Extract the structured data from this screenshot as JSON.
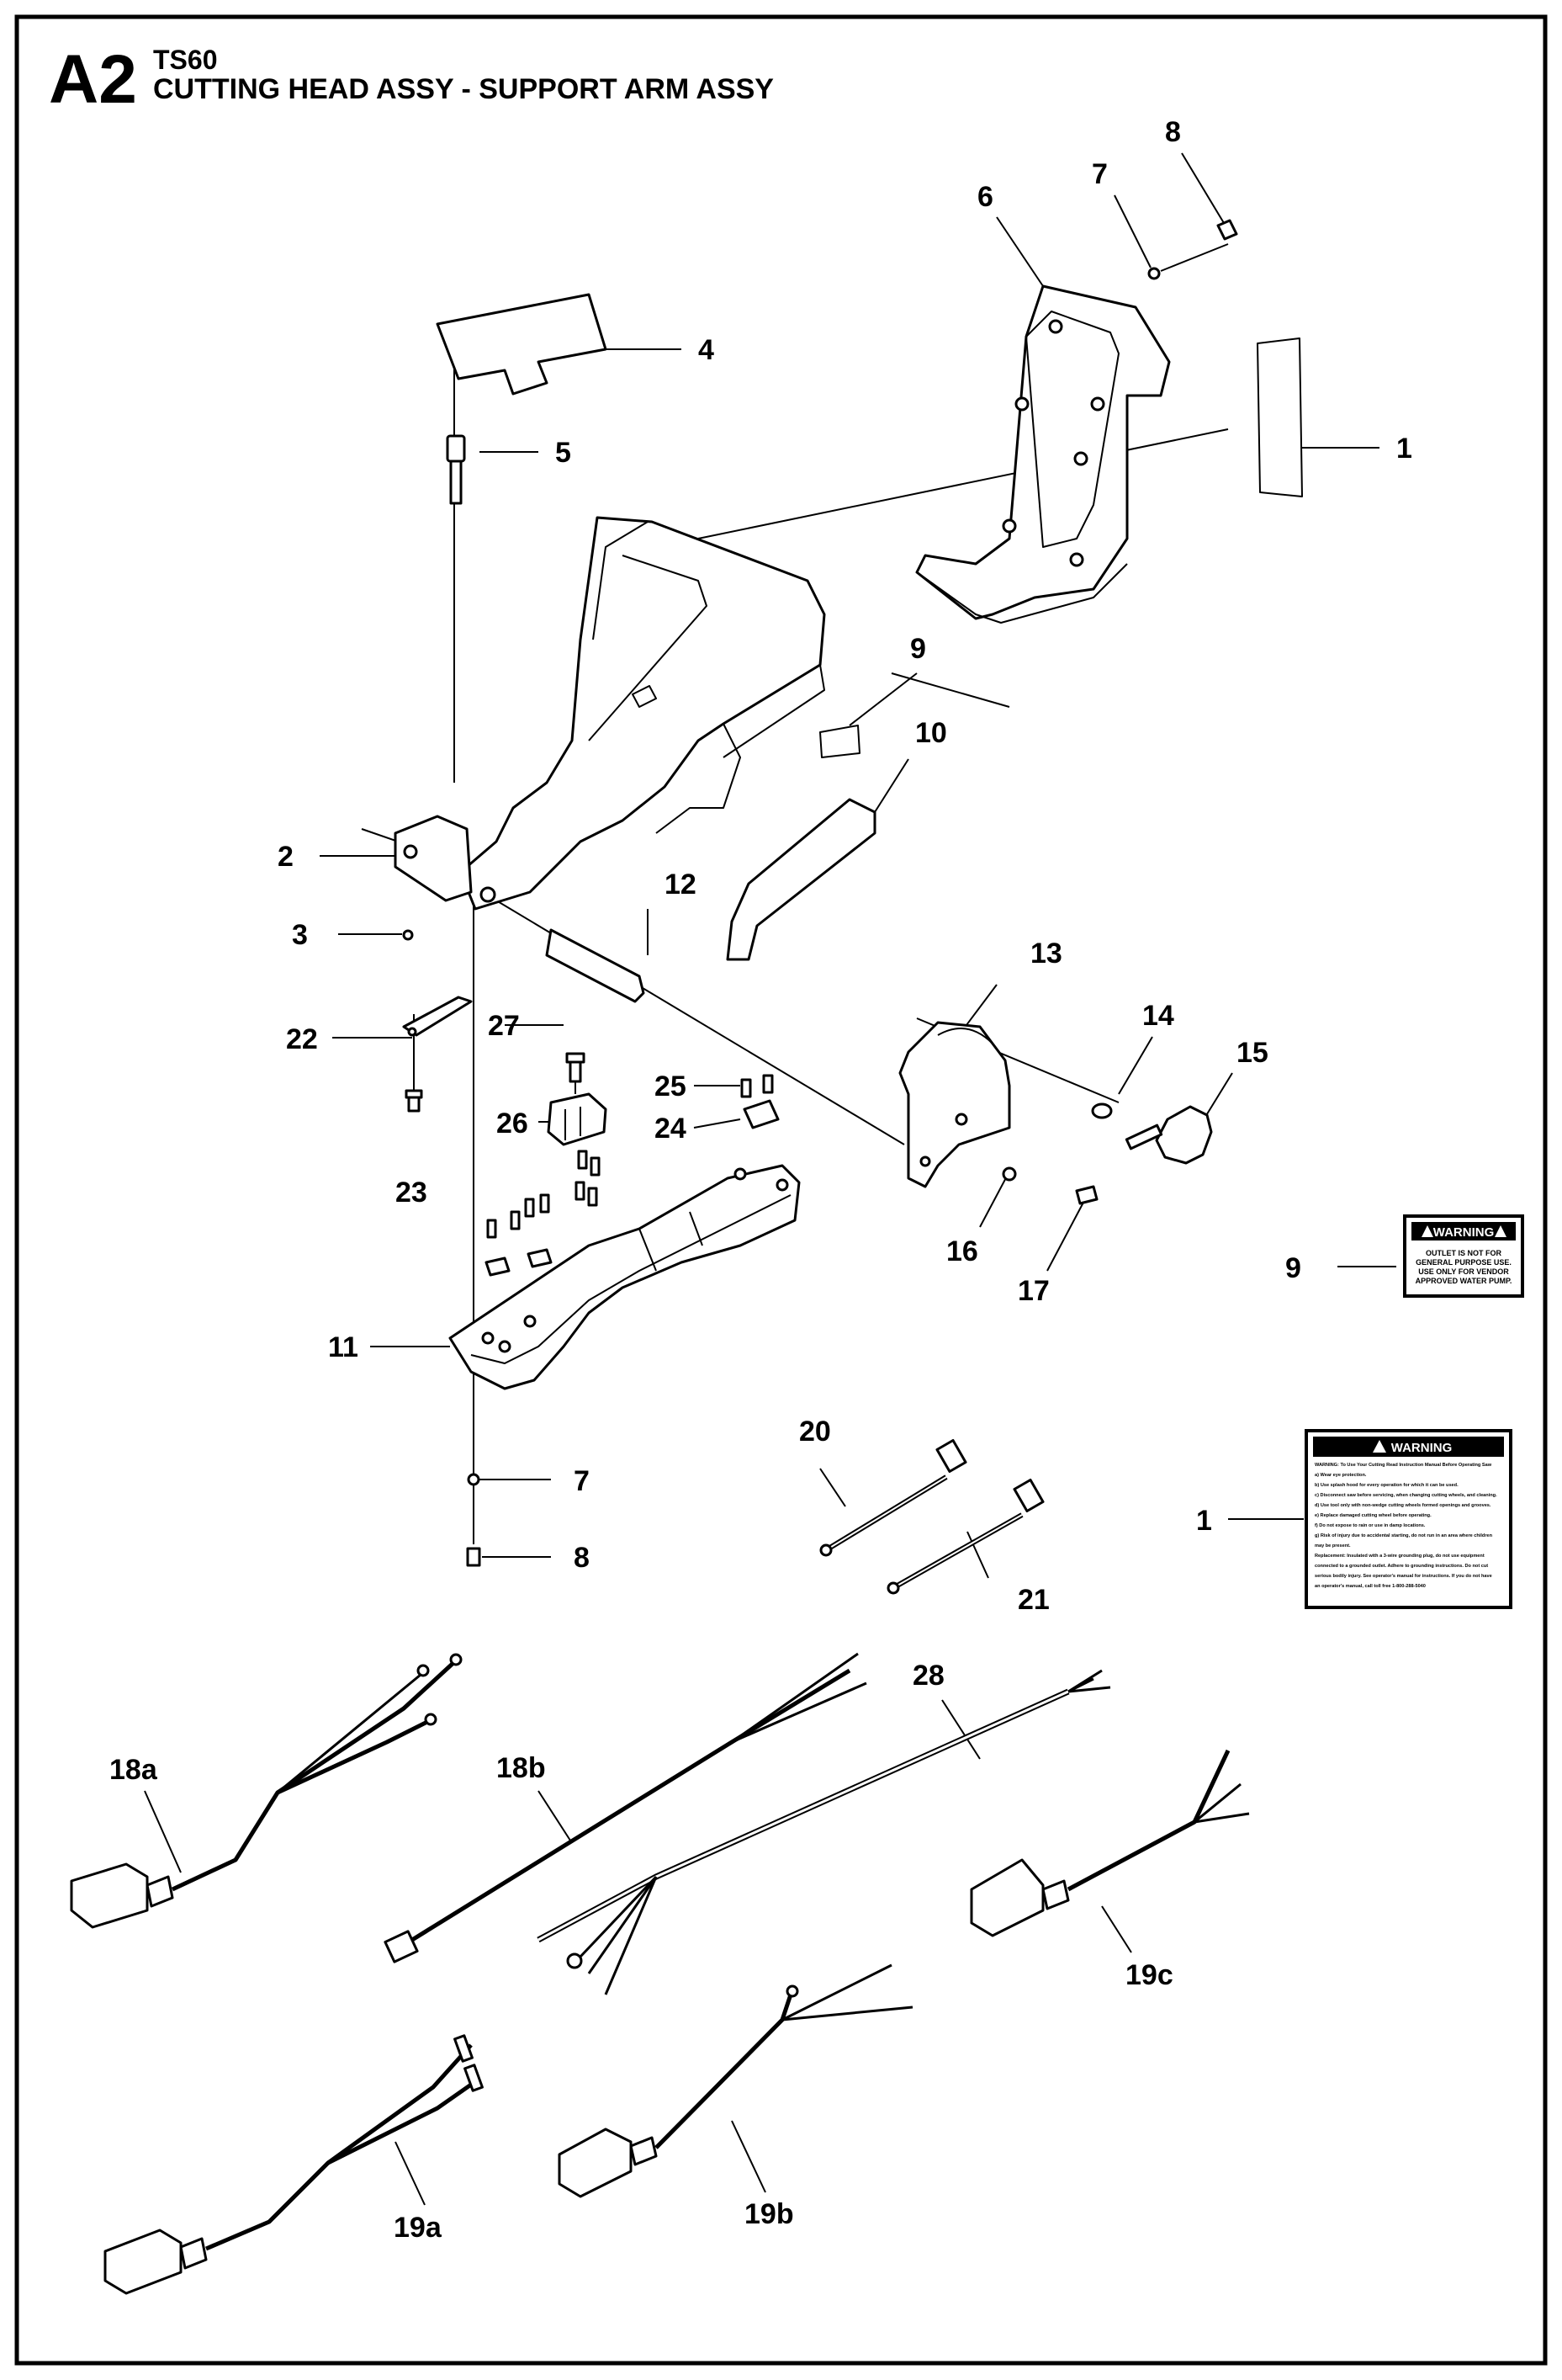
{
  "header": {
    "section_code": "A2",
    "model": "TS60",
    "title": "CUTTING HEAD ASSY - SUPPORT ARM ASSY"
  },
  "decals": {
    "small_warning": {
      "heading": "WARNING",
      "lines": [
        "OUTLET IS NOT FOR",
        "GENERAL PURPOSE USE.",
        "USE ONLY FOR VENDOR",
        "APPROVED WATER PUMP."
      ]
    },
    "large_warning": {
      "heading": "WARNING",
      "lines": [
        "WARNING: To Use Your Cutting Read Instruction Manual Before Operating Saw",
        "a) Wear eye protection.",
        "b) Use splash hood for every operation for which it can be used.",
        "c) Disconnect saw before servicing, when changing cutting wheels, and cleaning.",
        "d) Use tool only with non-wedge cutting wheels formed openings and grooves.",
        "e) Replace damaged cutting wheel before operating.",
        "f) Do not expose to rain or use in damp locations.",
        "g) Risk of injury due to accidental starting, do not run in an area where children",
        "may be present.",
        "Replacement: Insulated with a 3-wire grounding plug, do not use equipment",
        "connected to a grounded outlet. Adhere to grounding instructions. Do not cut",
        "serious bodily injury. See operator's manual for instructions. If you do not have",
        "an operator's manual, call toll free 1-800-288-5040"
      ]
    }
  },
  "callouts": [
    {
      "key": "c1a",
      "label": "1"
    },
    {
      "key": "c1b",
      "label": "1"
    },
    {
      "key": "c2",
      "label": "2"
    },
    {
      "key": "c3",
      "label": "3"
    },
    {
      "key": "c4",
      "label": "4"
    },
    {
      "key": "c5",
      "label": "5"
    },
    {
      "key": "c6",
      "label": "6"
    },
    {
      "key": "c7a",
      "label": "7"
    },
    {
      "key": "c7b",
      "label": "7"
    },
    {
      "key": "c8a",
      "label": "8"
    },
    {
      "key": "c8b",
      "label": "8"
    },
    {
      "key": "c9a",
      "label": "9"
    },
    {
      "key": "c9b",
      "label": "9"
    },
    {
      "key": "c10",
      "label": "10"
    },
    {
      "key": "c11",
      "label": "11"
    },
    {
      "key": "c12",
      "label": "12"
    },
    {
      "key": "c13",
      "label": "13"
    },
    {
      "key": "c14",
      "label": "14"
    },
    {
      "key": "c15",
      "label": "15"
    },
    {
      "key": "c16",
      "label": "16"
    },
    {
      "key": "c17",
      "label": "17"
    },
    {
      "key": "c18a",
      "label": "18a"
    },
    {
      "key": "c18b",
      "label": "18b"
    },
    {
      "key": "c19a",
      "label": "19a"
    },
    {
      "key": "c19b",
      "label": "19b"
    },
    {
      "key": "c19c",
      "label": "19c"
    },
    {
      "key": "c20",
      "label": "20"
    },
    {
      "key": "c21",
      "label": "21"
    },
    {
      "key": "c22",
      "label": "22"
    },
    {
      "key": "c23",
      "label": "23"
    },
    {
      "key": "c24",
      "label": "24"
    },
    {
      "key": "c25",
      "label": "25"
    },
    {
      "key": "c26",
      "label": "26"
    },
    {
      "key": "c27",
      "label": "27"
    },
    {
      "key": "c28",
      "label": "28"
    }
  ]
}
